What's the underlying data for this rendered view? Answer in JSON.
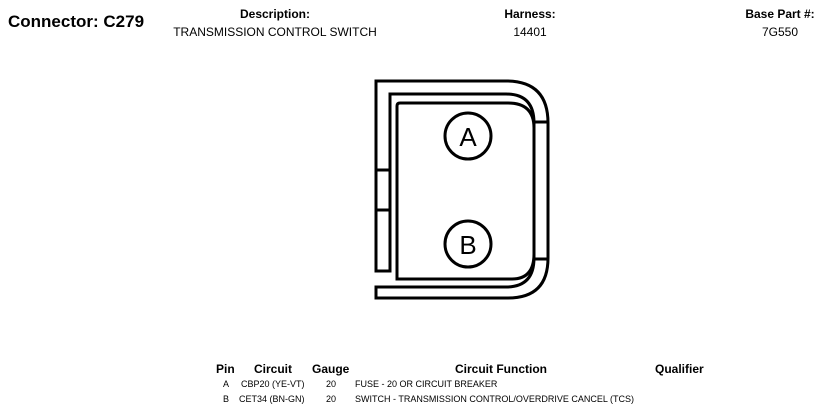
{
  "header": {
    "connector_title": "Connector: C279",
    "description_label": "Description:",
    "description_value": "TRANSMISSION CONTROL SWITCH",
    "harness_label": "Harness:",
    "harness_value": "14401",
    "base_part_label": "Base Part #:",
    "base_part_value": "7G550"
  },
  "connector": {
    "pins": [
      "A",
      "B"
    ]
  },
  "table": {
    "headers": {
      "pin": "Pin",
      "circuit": "Circuit",
      "gauge": "Gauge",
      "function": "Circuit Function",
      "qualifier": "Qualifier"
    },
    "rows": [
      {
        "pin": "A",
        "circuit": "CBP20 (YE-VT)",
        "gauge": "20",
        "function": "FUSE - 20 OR CIRCUIT BREAKER",
        "qualifier": ""
      },
      {
        "pin": "B",
        "circuit": "CET34 (BN-GN)",
        "gauge": "20",
        "function": "SWITCH - TRANSMISSION CONTROL/OVERDRIVE CANCEL (TCS)",
        "qualifier": ""
      }
    ]
  }
}
